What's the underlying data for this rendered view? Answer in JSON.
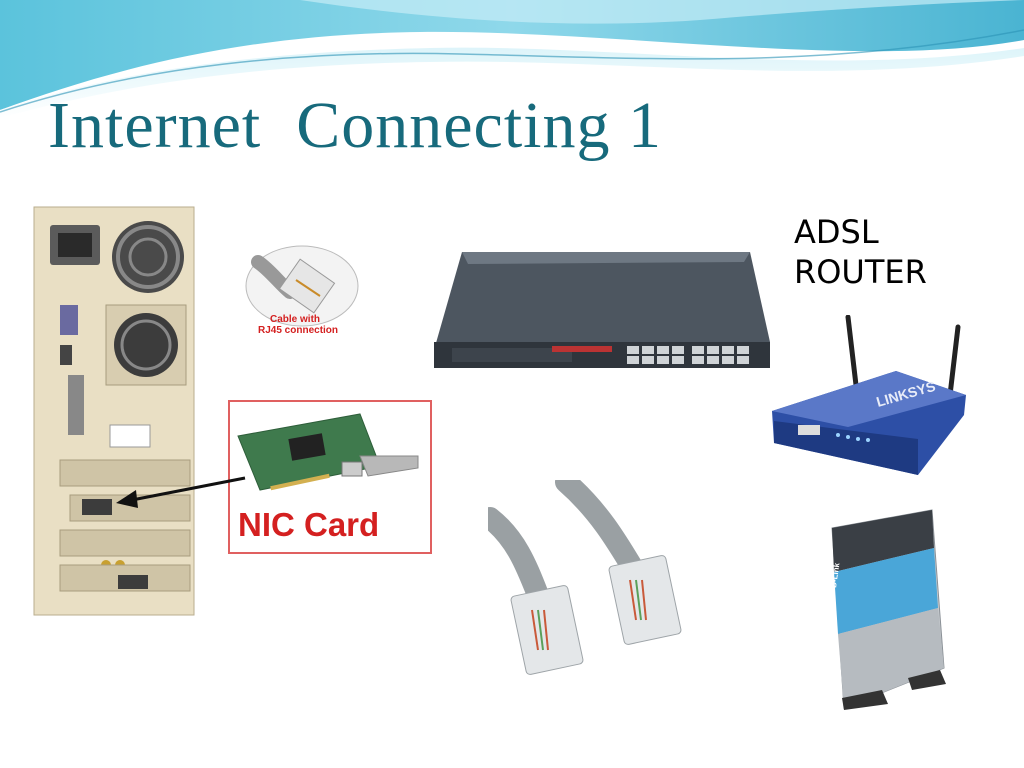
{
  "slide": {
    "title": "Internet  Connecting 1",
    "adsl_label": [
      "ADSL",
      "ROUTER"
    ]
  },
  "images": {
    "cable_caption": [
      "Cable with",
      "RJ45 connection"
    ],
    "nic_caption": "NIC Card",
    "router_brand": "LINKSYS",
    "modem_brand": "D-Link"
  },
  "colors": {
    "title": "#176a7c",
    "nic_caption": "#d42020",
    "cable_caption": "#d42020",
    "wave_light": "#9fdcea",
    "wave_dark": "#3aa9c8"
  }
}
